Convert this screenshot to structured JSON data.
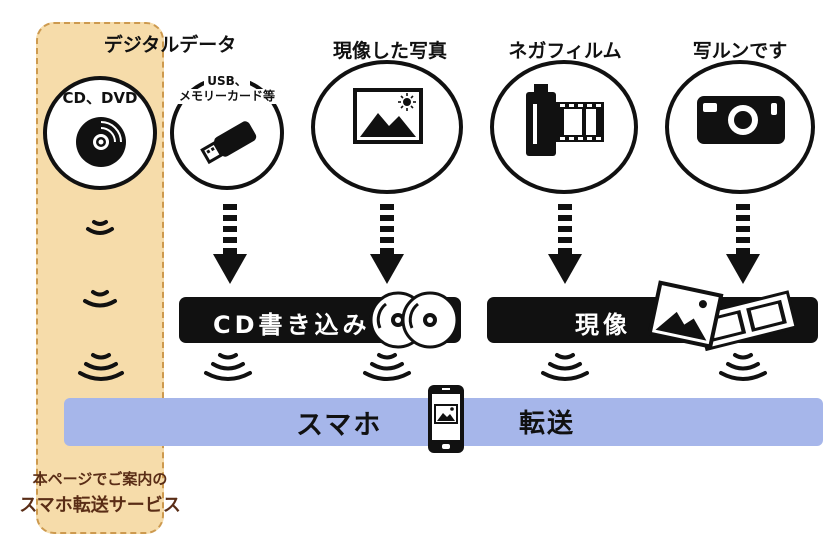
{
  "highlight": {
    "caption_line1": "本ページでご案内の",
    "caption_line2": "スマホ転送サービス"
  },
  "digital_data": {
    "title": "デジタルデータ",
    "cd_dvd_label": "CD、DVD",
    "usb_label_line1": "USB、",
    "usb_label_line2": "メモリーカード等"
  },
  "developed_photo": {
    "title": "現像した写真"
  },
  "negative_film": {
    "title": "ネガフィルム"
  },
  "disposable_camera": {
    "title": "写ルンです"
  },
  "cd_write_bar": {
    "label": "CD書き込み"
  },
  "develop_bar": {
    "label": "現像"
  },
  "transfer_bar": {
    "left_label": "スマホ",
    "right_label": "転送"
  },
  "colors": {
    "highlight_fill": "#f6dcaa",
    "highlight_border": "#cd9a4f",
    "transfer_bar": "#a6b6ea",
    "caption_text": "#5a2d16",
    "dark": "#111111"
  },
  "icons": [
    "cd-disc-icon",
    "usb-stick-icon",
    "photo-icon",
    "film-roll-icon",
    "camera-icon",
    "smartphone-icon",
    "arrow-down-icon",
    "wireless-signal-icon"
  ]
}
